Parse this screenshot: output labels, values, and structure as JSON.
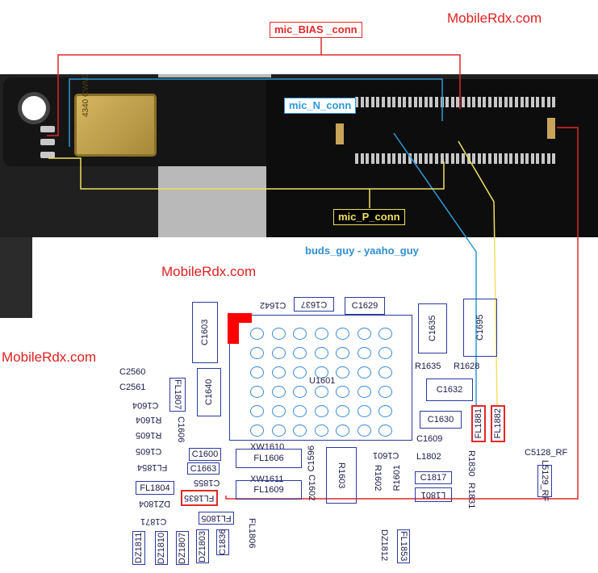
{
  "labels": {
    "bias": "mic_BIAS _conn",
    "n": "mic_N_conn",
    "p": "mic_P_conn"
  },
  "watermarks": {
    "top": "MobileRdx.com",
    "middle": "MobileRdx.com",
    "left": "MobileRdx.com"
  },
  "credit": "buds_guy - yaaho_guy",
  "mic_marking": "4340 CWM2",
  "components": {
    "c1603": "C1603",
    "c1642": "C1642",
    "c1637": "C1637",
    "c1629": "C1629",
    "c1635": "C1635",
    "c1695": "C1695",
    "r1635": "R1635",
    "r1628": "R1628",
    "u1601": "U1601",
    "c1632": "C1632",
    "c1630": "C1630",
    "c1609": "C1609",
    "c2560": "C2560",
    "c2561": "C2561",
    "fl1807": "FL1807",
    "c1640": "C1640",
    "c1604": "C1604",
    "r1604": "R1604",
    "c1606": "C1606",
    "r1605": "R1605",
    "c1605": "C1605",
    "xw1610": "XW1610",
    "fl1606": "FL1606",
    "c1600": "C1600",
    "fl1854": "FL1854",
    "c1663": "C1663",
    "c1855": "C1855",
    "fl1804": "FL1804",
    "xw1611": "XW1611",
    "fl1609": "FL1609",
    "dz1804": "DZ1804",
    "fl1835": "FL1835",
    "c1871": "C1871",
    "fl1805": "FL1805",
    "fl1806": "FL1806",
    "dz1811": "DZ1811",
    "dz1810": "DZ1810",
    "dz1807": "DZ1807",
    "dz1803": "DZ1803",
    "c1836": "C1836",
    "c1601": "C1601",
    "r1603": "R1603",
    "c1596": "C1596",
    "c1602": "C1602",
    "r1602": "R1602",
    "r1601": "R1601",
    "l1802": "L1802",
    "c1817": "C1817",
    "l1801": "L1801",
    "r1830": "R1830",
    "r1831": "R1831",
    "fl1881": "FL1881",
    "fl1882": "FL1882",
    "c5128": "C5128_RF",
    "l5129": "L5129_RF",
    "dz1812": "DZ1812",
    "fl1853": "FL1853"
  },
  "colors": {
    "bias": "#e02828",
    "n": "#2d9ad6",
    "p": "#f0e060",
    "component": "#2a3a9e",
    "bga": "#3a8bd8",
    "highlight": "#ff0000"
  }
}
